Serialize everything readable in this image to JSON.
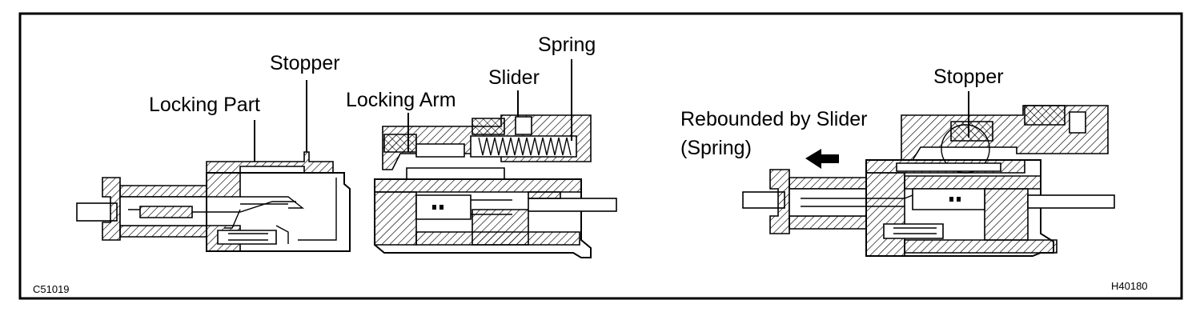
{
  "left_figure": {
    "label_stopper": "Stopper",
    "label_locking_part": "Locking Part",
    "label_locking_arm": "Locking Arm",
    "label_slider": "Slider",
    "label_spring": "Spring",
    "code": "C51019"
  },
  "right_figure": {
    "label_rebounded_line1": "Rebounded by Slider",
    "label_rebounded_line2": "(Spring)",
    "label_stopper": "Stopper",
    "code": "H40180"
  }
}
